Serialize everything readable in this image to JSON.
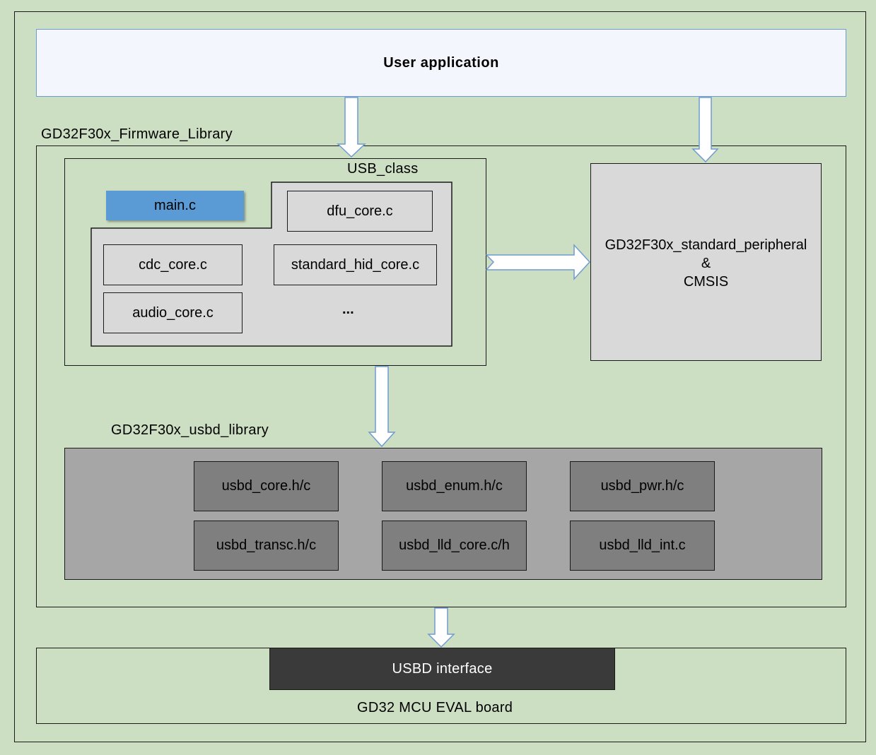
{
  "user_application": {
    "label": "User application"
  },
  "firmware_library": {
    "label": "GD32F30x_Firmware_Library"
  },
  "usb_class": {
    "label": "USB_class",
    "main_file": "main.c",
    "files": {
      "dfu": "dfu_core.c",
      "cdc": "cdc_core.c",
      "hid": "standard_hid_core.c",
      "audio": "audio_core.c",
      "more": "..."
    }
  },
  "standard_peripheral": {
    "line1": "GD32F30x_standard_peripheral",
    "line2": "&",
    "line3": "CMSIS"
  },
  "usbd_library": {
    "label": "GD32F30x_usbd_library",
    "files": [
      "usbd_core.h/c",
      "usbd_enum.h/c",
      "usbd_pwr.h/c",
      "usbd_transc.h/c",
      "usbd_lld_core.c/h",
      "usbd_lld_int.c"
    ]
  },
  "eval_board": {
    "interface": "USBD interface",
    "label": "GD32 MCU EVAL board"
  },
  "colors": {
    "background": "#cddfc2",
    "user_app_fill": "#f3f7fd",
    "user_app_border": "#6f9cd0",
    "main_c_fill": "#5b9bd5",
    "light_gray": "#d9d9d9",
    "mid_gray": "#a6a6a6",
    "dark_gray": "#7f7f7f",
    "interface_fill": "#3a3a3a",
    "arrow_fill": "#ffffff",
    "arrow_stroke": "#6f9cd0"
  }
}
